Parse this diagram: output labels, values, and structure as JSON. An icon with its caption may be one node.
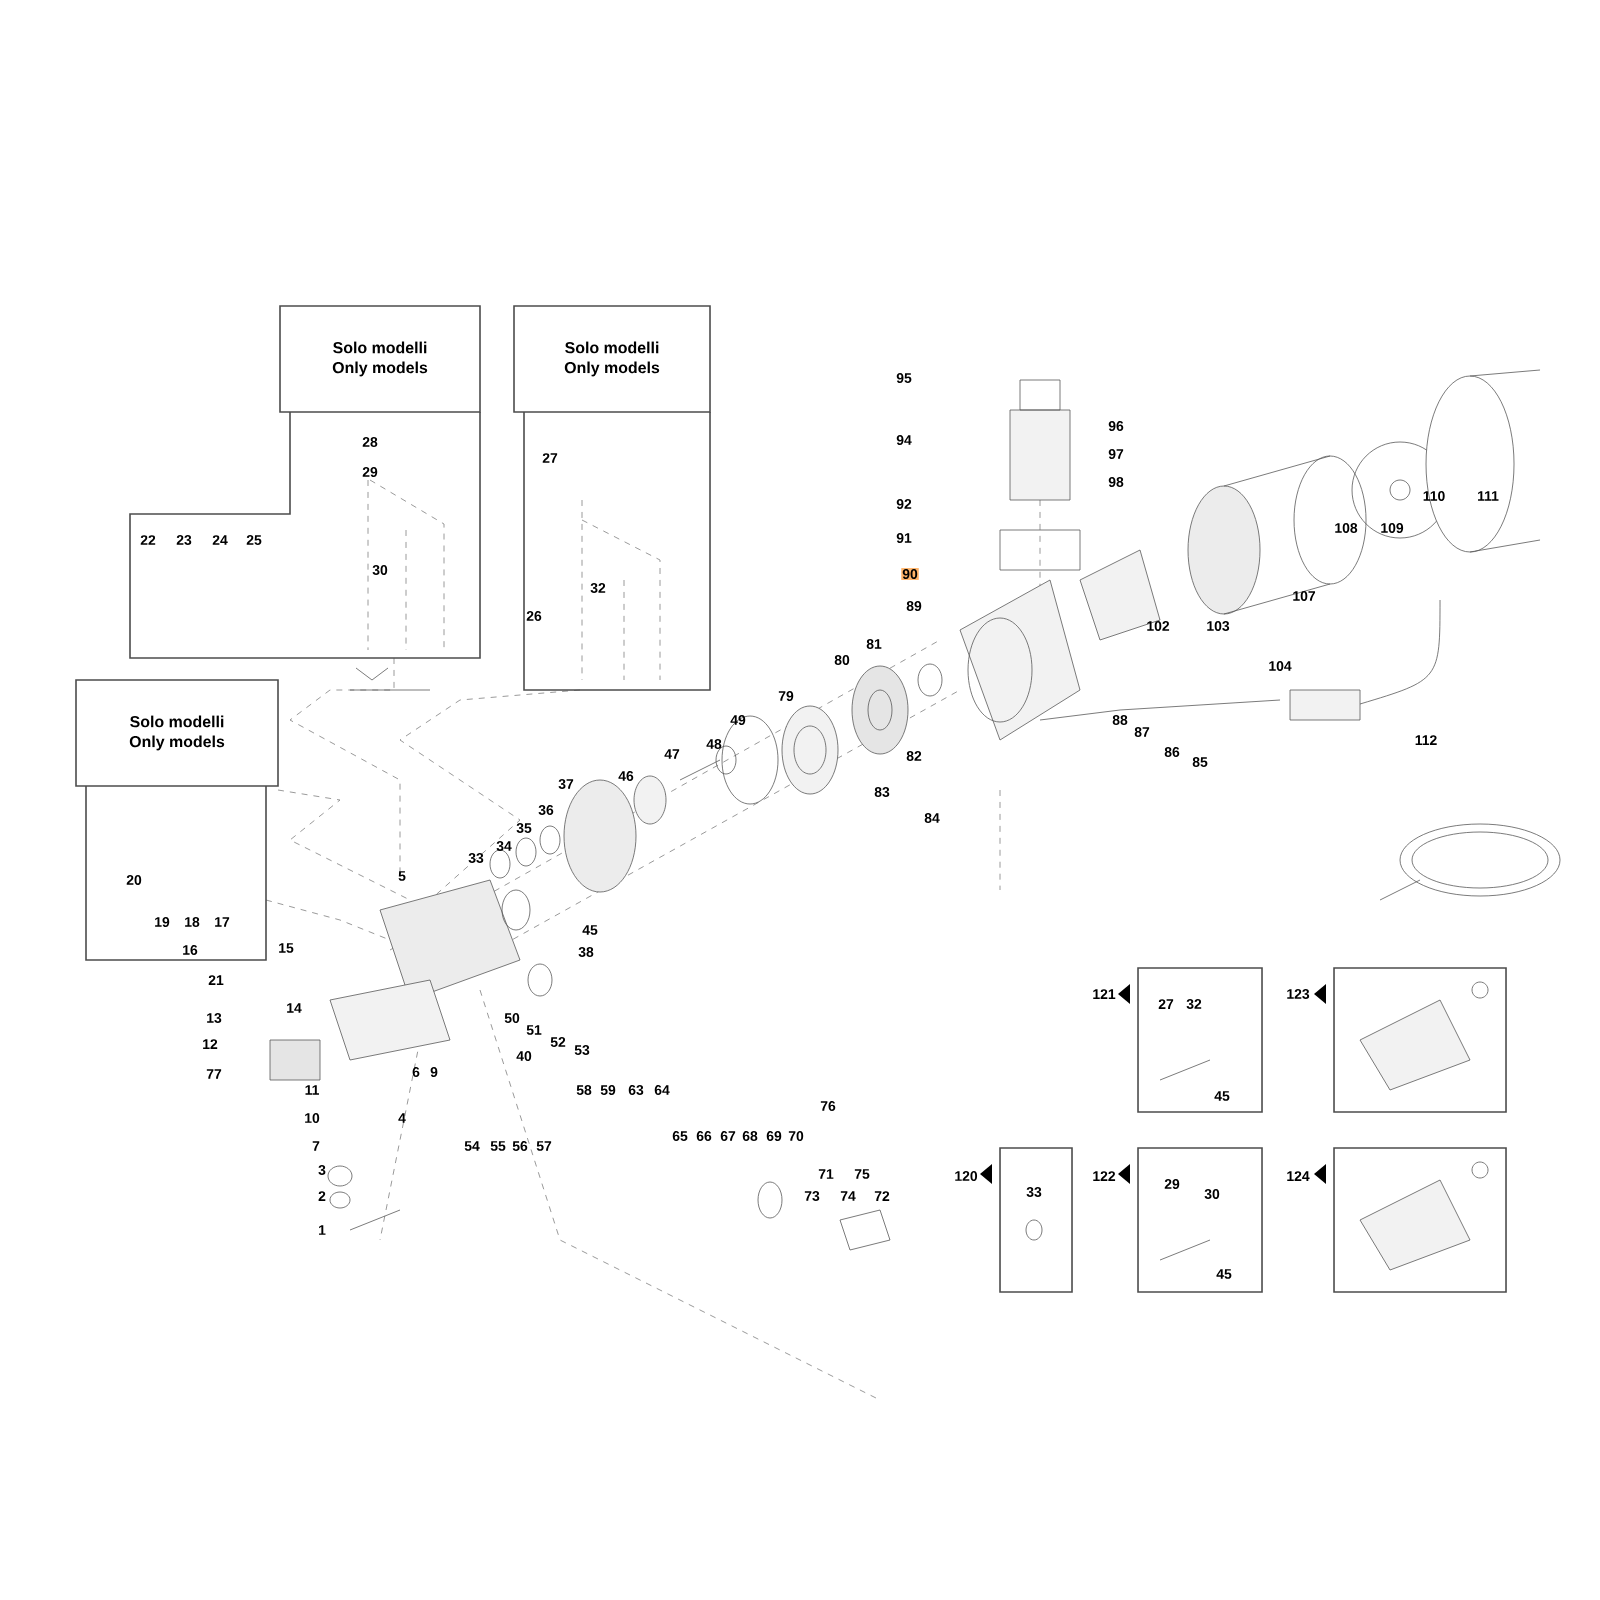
{
  "diagram": {
    "nodes": [
      {
        "text": [
          "Solo modelli",
          "Only models"
        ]
      },
      {
        "text": [
          "Solo modelli",
          "Only models"
        ]
      },
      {
        "text": [
          "Solo modelli",
          "Only models"
        ]
      },
      {
        "text": [
          "27",
          "32",
          "45"
        ]
      },
      {
        "text": [],
        "shape": "box"
      },
      {
        "text": [
          "33"
        ]
      },
      {
        "text": [
          "29",
          "30",
          "45"
        ]
      },
      {
        "text": [],
        "shape": "box"
      }
    ],
    "labels": [
      "28",
      "29",
      "22",
      "23",
      "24",
      "25",
      "30",
      "27",
      "32",
      "26",
      "20",
      "19",
      "18",
      "17",
      "16",
      "95",
      "96",
      "94",
      "97",
      "98",
      "92",
      "91",
      "90",
      "89",
      "81",
      "80",
      "79",
      "108",
      "109",
      "110",
      "111",
      "102",
      "103",
      "107",
      "104",
      "88",
      "87",
      "86",
      "85",
      "82",
      "83",
      "84",
      "112",
      "49",
      "48",
      "47",
      "46",
      "37",
      "36",
      "35",
      "34",
      "33",
      "5",
      "45",
      "38",
      "15",
      "21",
      "14",
      "13",
      "12",
      "77",
      "50",
      "51",
      "52",
      "53",
      "40",
      "11",
      "6",
      "9",
      "10",
      "4",
      "7",
      "3",
      "2",
      "1",
      "54",
      "55",
      "56",
      "57",
      "58",
      "59",
      "63",
      "64",
      "76",
      "65",
      "66",
      "67",
      "68",
      "69",
      "70",
      "71",
      "75",
      "73",
      "74",
      "72",
      "121",
      "123",
      "120",
      "122",
      "124"
    ]
  }
}
